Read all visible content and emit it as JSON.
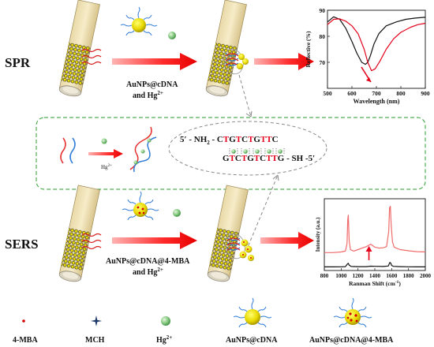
{
  "sections": {
    "spr": {
      "label": "SPR",
      "reagent_line1": "AuNPs@cDNA",
      "reagent_line2": "and Hg",
      "reagent_sup": "2+"
    },
    "sers": {
      "label": "SERS",
      "reagent_line1": "AuNPs@cDNA@4-MBA",
      "reagent_line2": "and Hg",
      "reagent_sup": "2+"
    }
  },
  "middle_panel": {
    "hg_label": "Hg",
    "hg_sup": "2+",
    "seq_top_prefix": "5′ - NH",
    "seq_top_sub": "2",
    "seq_top_mid": " - C",
    "seq_top_letters": [
      "T",
      "G",
      "T",
      "C",
      "T",
      "G",
      "T",
      "T",
      "C"
    ],
    "seq_bottom_letters": [
      "G",
      "T",
      "C",
      "T",
      "G",
      "T",
      "C",
      "T",
      "T",
      "G"
    ],
    "seq_bottom_suffix": " - SH -5′"
  },
  "spr_chart": {
    "ylabel": "Reflective (%)",
    "xlabel": "Wavelength   (nm)",
    "colors": {
      "black": "#111111",
      "red": "#e3001b"
    }
  },
  "sers_chart": {
    "ylabel": "Intensity (a.u.)",
    "xlabel": "Ranman Shift (cm",
    "xlabel_sup": "-1",
    "xlabel_end": ")",
    "colors": {
      "black": "#111111",
      "red": "#f06b6b"
    }
  },
  "chart_data": [
    {
      "type": "line",
      "title": "",
      "xlabel": "Wavelength (nm)",
      "ylabel": "Reflective (%)",
      "xlim": [
        500,
        900
      ],
      "ylim": [
        60,
        90
      ],
      "x_ticks": [
        500,
        600,
        700,
        800,
        900
      ],
      "y_ticks": [
        70,
        80,
        90
      ],
      "series": [
        {
          "x": [
            500,
            525,
            550,
            575,
            600,
            620,
            640,
            655,
            665,
            675,
            690,
            710,
            740,
            780,
            820,
            860,
            900
          ],
          "values": [
            85.5,
            87.5,
            86.5,
            83,
            78,
            73.5,
            70,
            69.2,
            70,
            72.5,
            77,
            81,
            84,
            85.5,
            86.5,
            87,
            87.3
          ]
        },
        {
          "x": [
            500,
            525,
            550,
            575,
            600,
            625,
            650,
            665,
            680,
            695,
            715,
            740,
            770,
            800,
            840,
            870,
            900
          ],
          "values": [
            84.5,
            86.5,
            86.7,
            85.8,
            84,
            81,
            75,
            70,
            66.8,
            67.5,
            70.5,
            75,
            79,
            81.5,
            83.5,
            84.5,
            85
          ]
        }
      ]
    },
    {
      "type": "line",
      "title": "",
      "xlabel": "Ranman Shift (cm-1)",
      "ylabel": "Intensity (a.u.)",
      "xlim": [
        800,
        2000
      ],
      "x_ticks": [
        800,
        1000,
        1200,
        1400,
        1600,
        1800,
        2000
      ],
      "series": [
        {
          "x": [
            800,
            900,
            1000,
            1050,
            1075,
            1085,
            1095,
            1120,
            1200,
            1300,
            1350,
            1400,
            1500,
            1560,
            1578,
            1588,
            1600,
            1620,
            1700,
            1800,
            1900,
            2000
          ],
          "values": [
            0.02,
            0.02,
            0.025,
            0.03,
            0.12,
            0.14,
            0.08,
            0.035,
            0.03,
            0.03,
            0.045,
            0.04,
            0.035,
            0.05,
            0.17,
            0.15,
            0.07,
            0.04,
            0.03,
            0.025,
            0.02,
            0.02
          ]
        },
        {
          "x": [
            800,
            900,
            1000,
            1050,
            1070,
            1078,
            1085,
            1095,
            1110,
            1150,
            1200,
            1250,
            1300,
            1350,
            1380,
            1400,
            1450,
            1500,
            1540,
            1565,
            1575,
            1585,
            1595,
            1610,
            1630,
            1700,
            1800,
            1900,
            2000
          ],
          "values": [
            0.5,
            0.5,
            0.52,
            0.55,
            0.8,
            1.6,
            1.75,
            0.9,
            0.6,
            0.55,
            0.6,
            0.65,
            0.7,
            0.78,
            0.72,
            0.68,
            0.65,
            0.66,
            0.7,
            1.2,
            2.0,
            2.05,
            1.4,
            0.85,
            0.68,
            0.6,
            0.56,
            0.53,
            0.52
          ]
        }
      ]
    }
  ],
  "legend": {
    "items": [
      {
        "label": "4-MBA"
      },
      {
        "label": "MCH"
      },
      {
        "label": "Hg",
        "sup": "2+"
      },
      {
        "label": "AuNPs@cDNA"
      },
      {
        "label": "AuNPs@cDNA@4-MBA"
      }
    ]
  }
}
